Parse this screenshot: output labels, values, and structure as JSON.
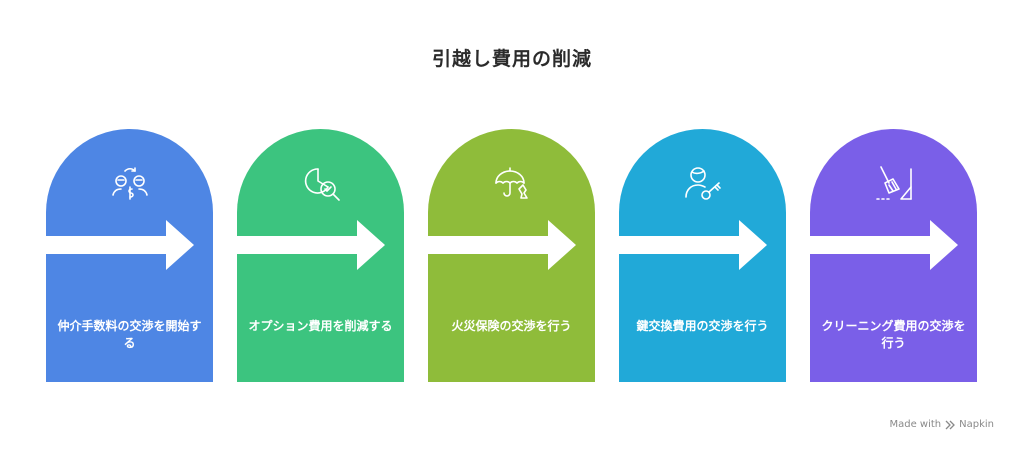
{
  "title": "引越し費用の削減",
  "steps": [
    {
      "label": "仲介手数料の交渉を開始する",
      "color": "#4e86e4",
      "icon": "negotiation-icon"
    },
    {
      "label": "オプション費用を削減する",
      "color": "#3cc47f",
      "icon": "cost-analysis-icon"
    },
    {
      "label": "火災保険の交渉を行う",
      "color": "#8fbc3a",
      "icon": "insurance-icon"
    },
    {
      "label": "鍵交換費用の交渉を行う",
      "color": "#21a9d8",
      "icon": "key-exchange-icon"
    },
    {
      "label": "クリーニング費用の交渉を行う",
      "color": "#7a5fe8",
      "icon": "cleaning-icon"
    }
  ],
  "footer": {
    "made_with": "Made with",
    "brand": "Napkin"
  }
}
